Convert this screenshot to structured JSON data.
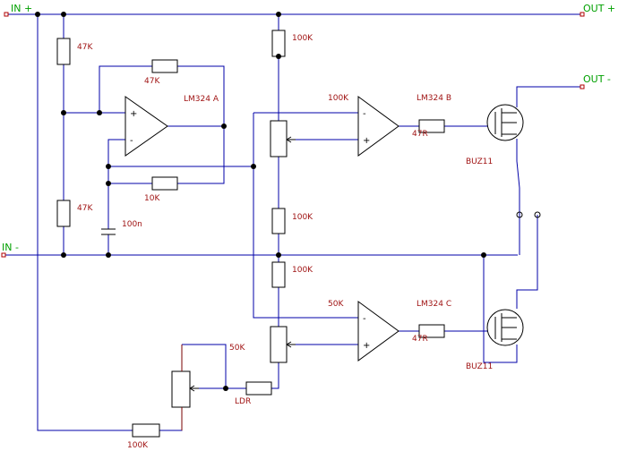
{
  "terminals": {
    "in_plus": "IN +",
    "in_minus": "IN -",
    "out_plus": "OUT +",
    "out_minus": "OUT -"
  },
  "resistors": {
    "r_47k_top": "47K",
    "r_47k_feedback": "47K",
    "r_47k_bottom": "47K",
    "r_10k": "10K",
    "r_100k_upper": "100K",
    "r_100k_middle": "100K",
    "r_100k_lower": "100K",
    "r_100k_bottom": "100K",
    "pot_b": "100K",
    "pot_c": "50K",
    "pot_bottom": "50K",
    "gate_b": "47R",
    "gate_c": "47R",
    "ldr": "LDR"
  },
  "capacitor": {
    "c1": "100n"
  },
  "opamps": {
    "a": "LM324 A",
    "b": "LM324 B",
    "c": "LM324 C",
    "plus": "+",
    "minus": "-"
  },
  "mosfets": {
    "upper": "BUZ11",
    "lower": "BUZ11"
  },
  "colors": {
    "wire": "#0000a8",
    "resistor_lead": "#7a0000",
    "label": "#a01414",
    "terminal_label": "#00a000"
  }
}
